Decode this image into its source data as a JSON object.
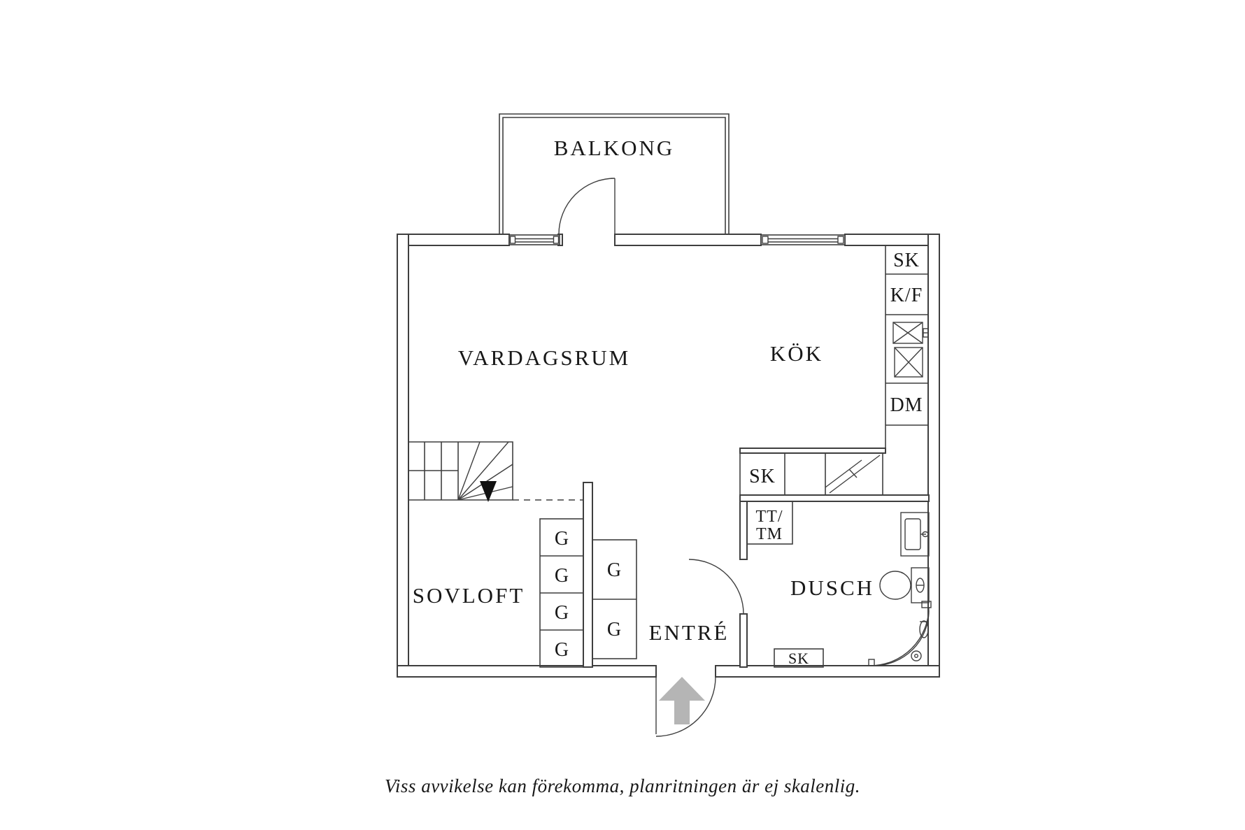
{
  "plan": {
    "rooms": {
      "balcony": "BALKONG",
      "living_room": "VARDAGSRUM",
      "kitchen": "KÖK",
      "sleeping_loft": "SOVLOFT",
      "entrance": "ENTRÉ",
      "shower": "DUSCH"
    },
    "labels": {
      "kitchen_cabinet": "SK",
      "fridge_freezer": "K/F",
      "dishwasher": "DM",
      "hall_closet": "SK",
      "dryer_line": "TT/",
      "washer_line": "TM",
      "bathroom_cabinet": "SK",
      "wardrobe": "G"
    },
    "footer": "Viss avvikelse kan förekomma, planritningen är ej skalenlig.",
    "colors": {
      "line": "#3f3f3f",
      "text": "#181818",
      "entry_arrow": "#b5b5b5",
      "background": "#ffffff"
    }
  }
}
